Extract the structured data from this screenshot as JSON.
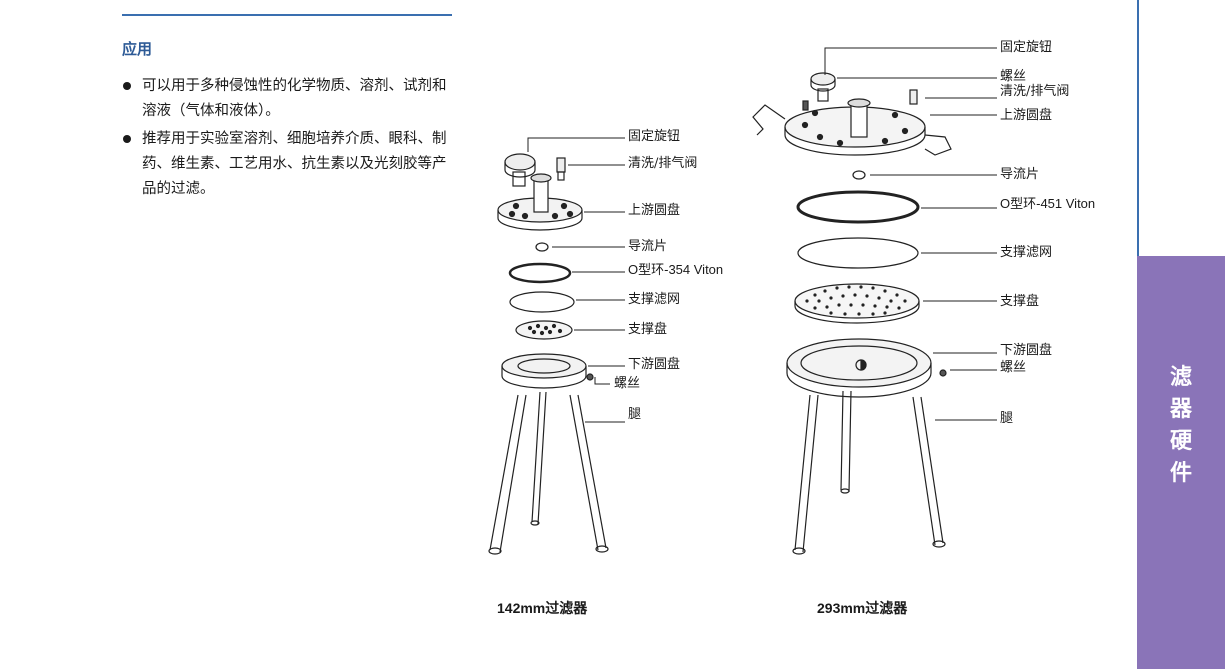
{
  "section": {
    "heading": "应用",
    "bullets": [
      "可以用于多种侵蚀性的化学物质、溶剂、试剂和溶液（气体和液体）。",
      "推荐用于实验室溶剂、细胞培养介质、眼科、制药、维生素、工艺用水、抗生素以及光刻胶等产品的过滤。"
    ]
  },
  "side_tab": {
    "chars": [
      "滤",
      "器",
      "硬",
      "件"
    ],
    "color": "#8a74b8"
  },
  "left_diagram": {
    "caption": "142mm过滤器",
    "labels": {
      "knob": "固定旋钮",
      "valve": "清洗/排气阀",
      "upper_plate": "上游圆盘",
      "baffle": "导流片",
      "oring": "O型环-354 Viton",
      "screen": "支撑滤网",
      "support": "支撑盘",
      "lower_plate": "下游圆盘",
      "screw": "螺丝",
      "leg": "腿"
    }
  },
  "right_diagram": {
    "caption": "293mm过滤器",
    "labels": {
      "knob": "固定旋钮",
      "screw_top": "螺丝",
      "valve": "清洗/排气阀",
      "upper_plate": "上游圆盘",
      "baffle": "导流片",
      "oring": "O型环-451 Viton",
      "screen": "支撑滤网",
      "support": "支撑盘",
      "lower_plate": "下游圆盘",
      "screw": "螺丝",
      "leg": "腿"
    }
  }
}
